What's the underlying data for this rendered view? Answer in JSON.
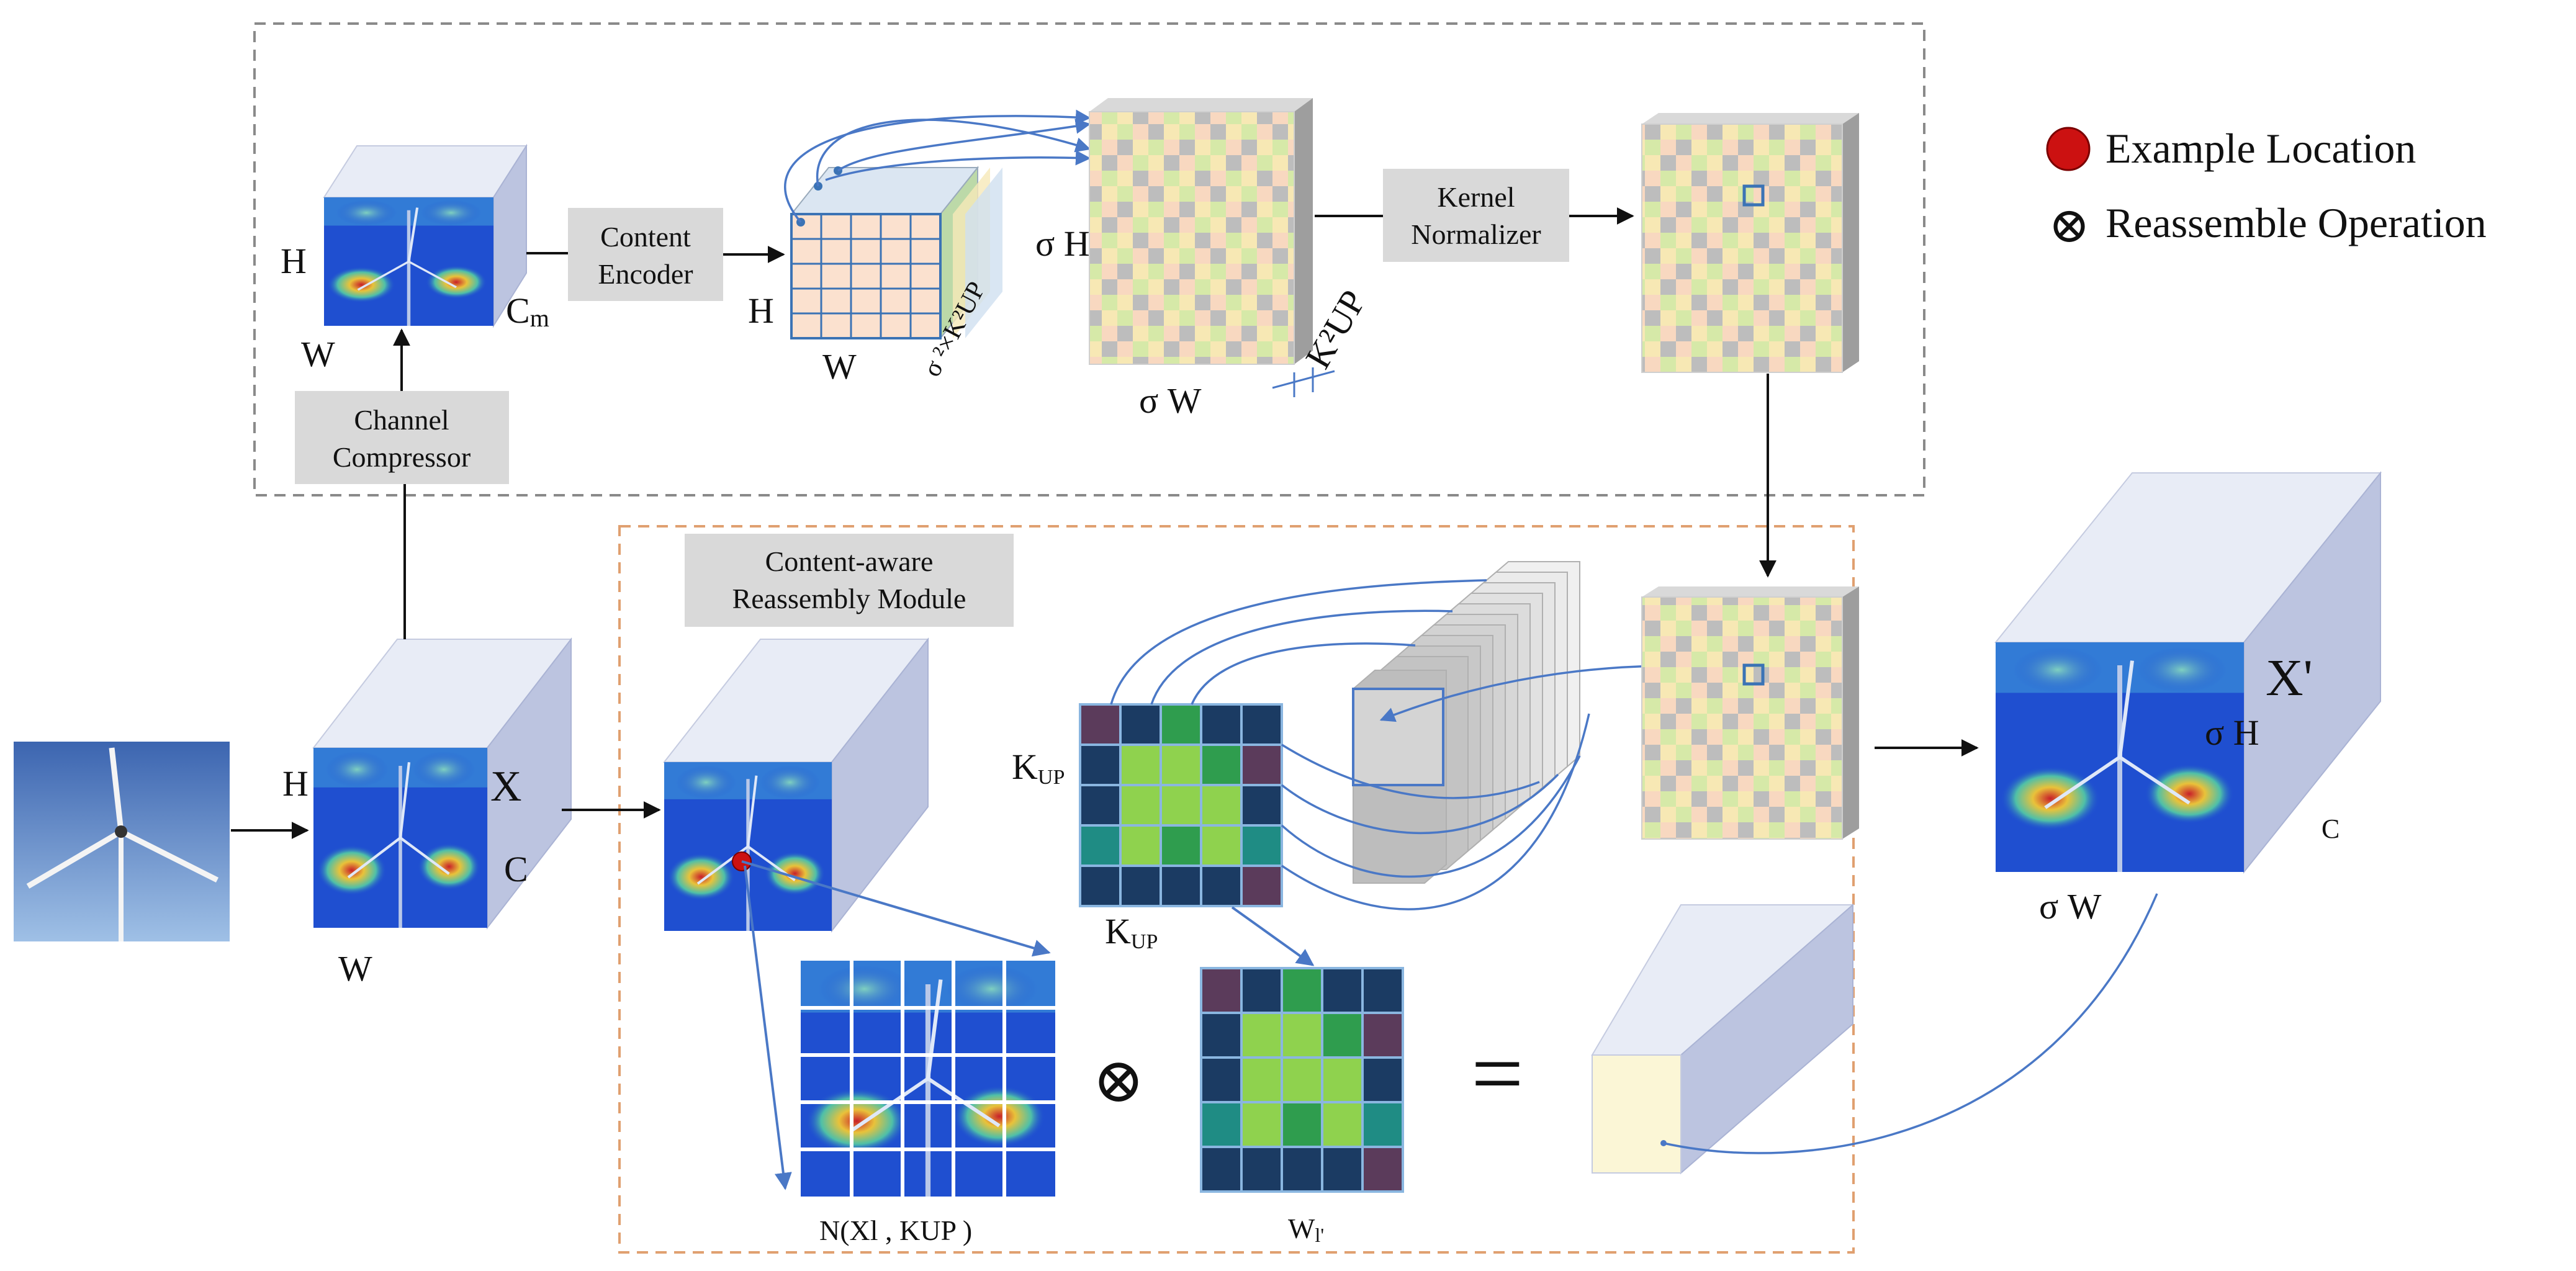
{
  "colors": {
    "box_fill": "#d9d9d9",
    "cube_top": "#e8ecf6",
    "cube_side": "#bcc4e0",
    "heatmap_base": "#1f4fd0",
    "heatmap_hot": "#e0b030",
    "grid_line": "#3b73b5",
    "grid_fill": "#fbe1cf",
    "arrow_blue": "#4a78c6",
    "example_dot": "#cc1111",
    "check_light": "#d6e9a8",
    "check_peach": "#f8d8c0",
    "check_gray": "#bdbdbd",
    "check_yellow": "#f7e8b4",
    "kernel_dark": "#1b3b63",
    "kernel_green": "#8fd24e",
    "kernel_teal": "#1f8c84",
    "kernel_purple": "#5b3b5b"
  },
  "boxes": {
    "channel_compressor": [
      "Channel",
      "Compressor"
    ],
    "content_encoder": [
      "Content",
      "Encoder"
    ],
    "kernel_normalizer": [
      "Kernel",
      "Normalizer"
    ],
    "reassembly_module": [
      "Content-aware",
      "Reassembly Module"
    ]
  },
  "legend": {
    "example_location": "Example Location",
    "reassemble_operation": "Reassemble Operation",
    "dot_icon": "red-dot-icon",
    "otimes_icon": "otimes-icon",
    "otimes_glyph": "⊗"
  },
  "labels": {
    "input_h": "H",
    "input_w": "W",
    "input_x": "X",
    "input_c": "C",
    "comp_h": "H",
    "comp_w": "W",
    "comp_cm_base": "C",
    "comp_cm_sub": "m",
    "enc_h": "H",
    "enc_w": "W",
    "enc_depth": "σ ²×K²UP",
    "kernel_sigma_h": "σ H",
    "kernel_sigma_w": "σ W",
    "kernel_k2up": "K²UP",
    "kup_left_base": "K",
    "kup_left_sub": "UP",
    "kup_bottom_base": "K",
    "kup_bottom_sub": "UP",
    "neighborhood": "N(Xl ,  KUP )",
    "w_label_base": "W",
    "w_label_sub": "l'",
    "equals": "=",
    "output_x": "X'",
    "output_sigma_h": "σ H",
    "output_sigma_w": "σ W",
    "output_c": "C"
  }
}
